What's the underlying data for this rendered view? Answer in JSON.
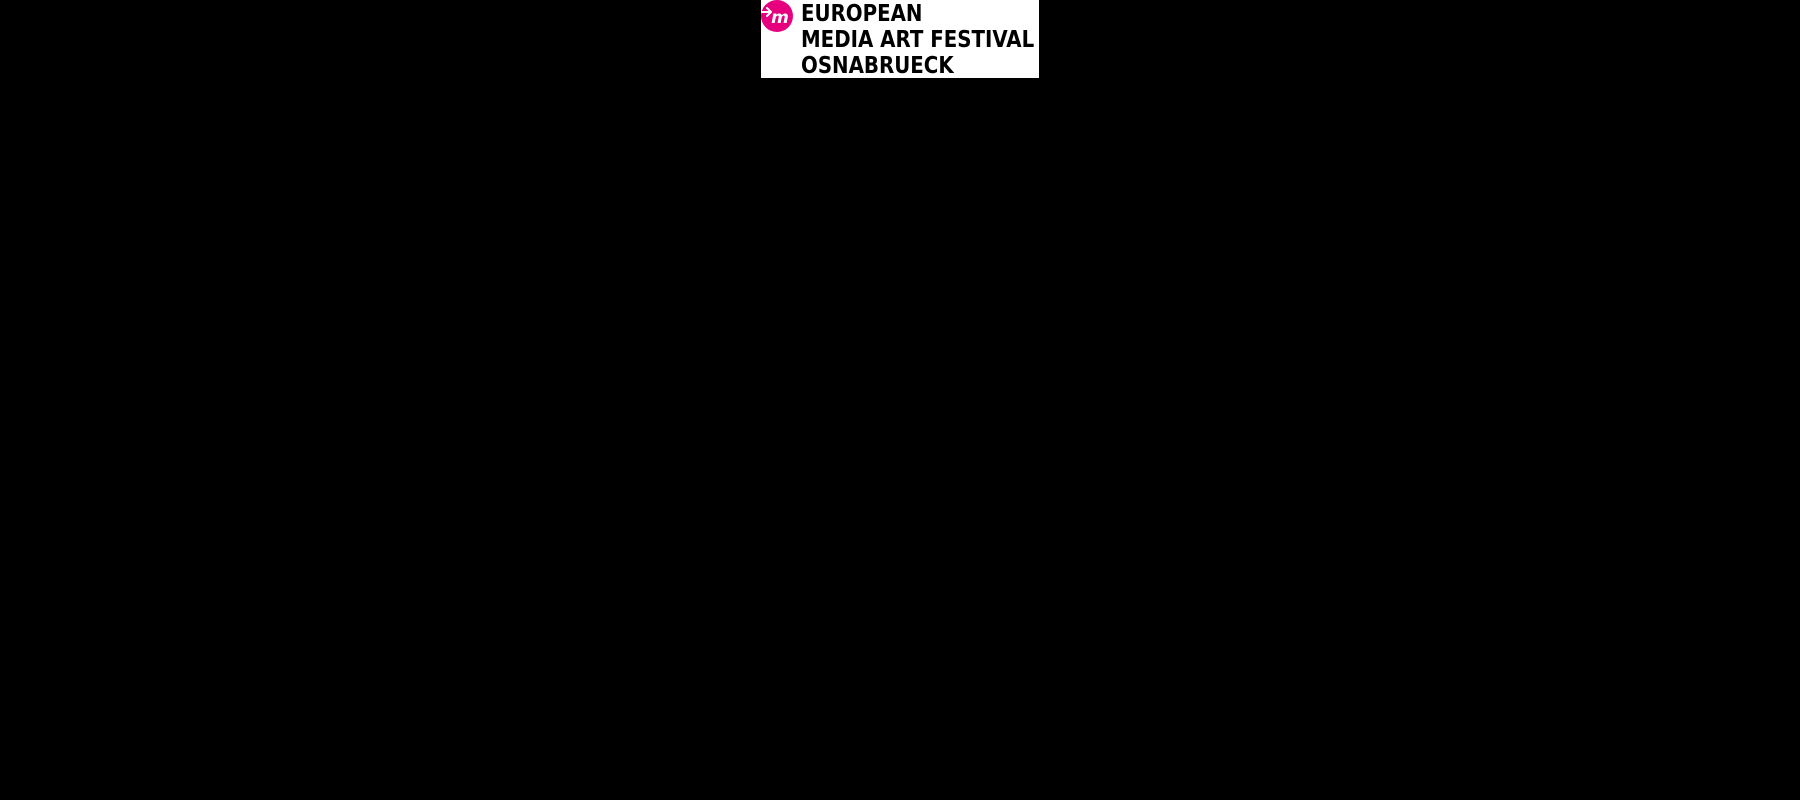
{
  "brand": {
    "lines": [
      "EUROPEAN",
      "MEDIA ART FESTIVAL",
      "OSNABRUECK"
    ],
    "mark_letter": "m",
    "accent_color": "#e6007e",
    "icon": "arrow-m-icon"
  },
  "page": {
    "background_color": "#000000"
  }
}
